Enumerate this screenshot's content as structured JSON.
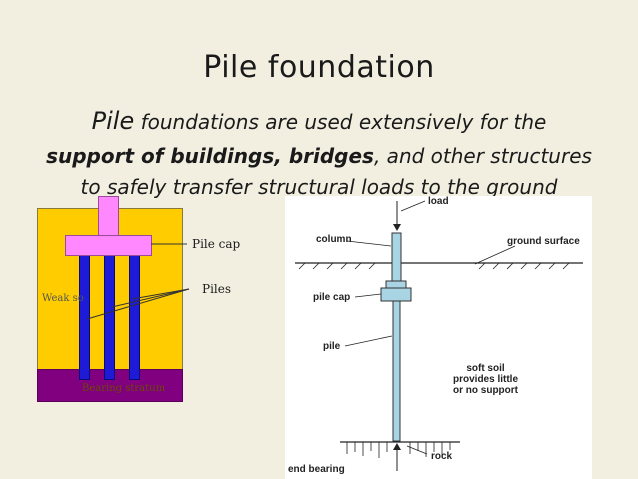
{
  "title": "Pile foundation",
  "body": {
    "line1_pile": "Pile",
    "line1_rest": " foundations are used extensively for the",
    "line2_bold": "support of buildings, bridges",
    "line2_rest": ", and other structures",
    "line3": "to safely transfer structural loads to the ground"
  },
  "left_diagram": {
    "pile_cap_label": "Pile cap",
    "piles_label": "Piles",
    "weak_soil_label": "Weak so",
    "bearing_label": "Bearing stratum",
    "colors": {
      "weak_soil": "#ffcc00",
      "bearing_stratum": "#800080",
      "pile": "#1d1bd6",
      "cap": "#ff88ff"
    }
  },
  "right_diagram": {
    "load": "load",
    "column": "column",
    "ground_surface": "ground surface",
    "pile_cap": "pile cap",
    "pile": "pile",
    "soft_soil_1": "soft soil",
    "soft_soil_2": "provides little",
    "soft_soil_3": "or no support",
    "rock": "rock",
    "end_bearing": "end bearing",
    "colors": {
      "pile": "#a9d4e4"
    }
  }
}
